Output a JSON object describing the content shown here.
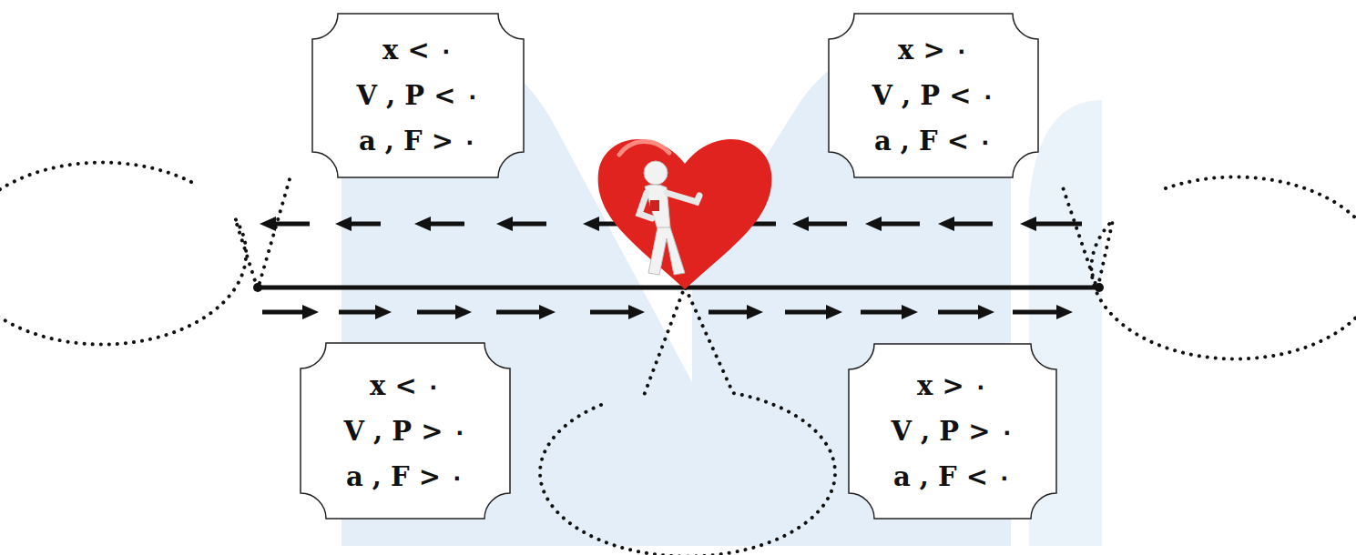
{
  "diagram": {
    "nodes": [
      {
        "text": [
          "x < ۰",
          "V , P < ۰",
          "a , F > ۰"
        ]
      },
      {
        "text": [
          "x > ۰",
          "V , P < ۰",
          "a , F < ۰"
        ]
      },
      {
        "text": [
          "x < ۰",
          "V , P > ۰",
          "a , F > ۰"
        ]
      },
      {
        "text": [
          "x > ۰",
          "V , P > ۰",
          "a , F < ۰"
        ]
      }
    ]
  }
}
